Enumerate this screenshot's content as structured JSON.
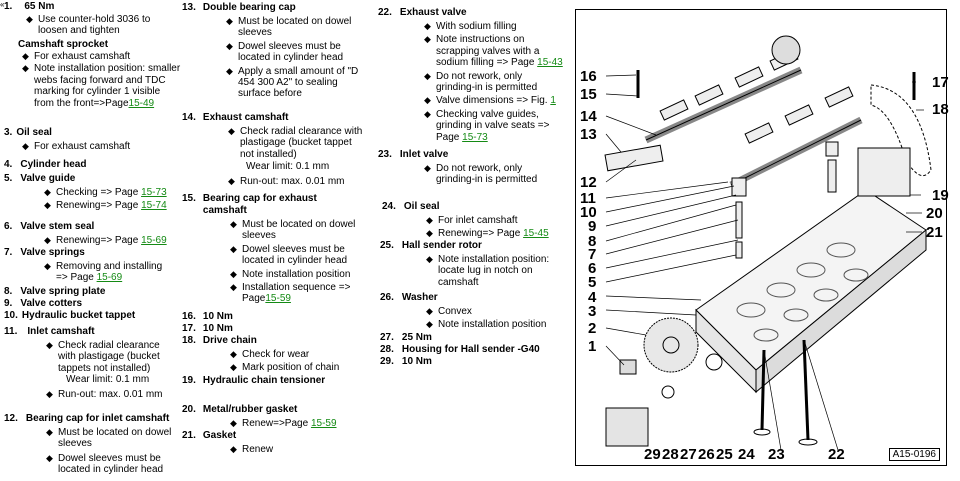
{
  "corner_mark": "«",
  "col1": {
    "i1": {
      "num": "1.",
      "title": "65 Nm",
      "b1": "Use counter-hold 3036 to loosen and tighten"
    },
    "cam_sprocket": {
      "title": "Camshaft sprocket",
      "b1": "For exhaust camshaft",
      "b2": "Note installation position: smaller webs facing forward and TDC marking for cylinder 1 visible from the front=>Page",
      "b2_link": "15-49"
    },
    "i3": {
      "num": "3.",
      "title": "Oil seal",
      "b1": "For exhaust camshaft"
    },
    "i4": {
      "num": "4.",
      "title": "Cylinder head"
    },
    "i5": {
      "num": "5.",
      "title": "Valve guide",
      "b1": "Checking => Page ",
      "b1_link": "15-73",
      "b2": "Renewing=> Page ",
      "b2_link": "15-74"
    },
    "i6": {
      "num": "6.",
      "title": "Valve stem seal",
      "b1": "Renewing=> Page ",
      "b1_link": "15-69"
    },
    "i7": {
      "num": "7.",
      "title": "Valve springs",
      "b1": "Removing and installing => Page ",
      "b1_link": "15-69"
    },
    "i8": {
      "num": "8.",
      "title": "Valve spring plate"
    },
    "i9": {
      "num": "9.",
      "title": "Valve cotters"
    },
    "i10": {
      "num": "10.",
      "title": "Hydraulic bucket tappet"
    },
    "i11": {
      "num": "11.",
      "title": "Inlet camshaft",
      "b1": "Check radial clearance with plastigage (bucket tappets not installed)",
      "p1": "Wear limit: 0.1 mm",
      "b2": "Run-out: max. 0.01 mm"
    },
    "i12": {
      "num": "12.",
      "title": "Bearing cap for inlet camshaft",
      "b1": "Must be located on dowel sleeves",
      "b2": "Dowel sleeves must be located in cylinder head"
    }
  },
  "col2": {
    "i13": {
      "num": "13.",
      "title": "Double bearing cap",
      "b1": "Must be located on dowel sleeves",
      "b2": "Dowel sleeves must be located in cylinder head",
      "b3": "Apply a small amount of \"D 454 300 A2\" to sealing surface before"
    },
    "i14": {
      "num": "14.",
      "title": "Exhaust camshaft",
      "b1": "Check radial clearance with plastigage (bucket tappet not installed)",
      "p1": "Wear limit: 0.1 mm",
      "b2": "Run-out: max. 0.01 mm"
    },
    "i15": {
      "num": "15.",
      "title": "Bearing cap for exhaust camshaft",
      "b1": "Must be located on dowel sleeves",
      "b2": "Dowel sleeves must be located in cylinder head",
      "b3": "Note installation position",
      "b4": "Installation sequence => Page",
      "b4_link": "15-59"
    },
    "i16": {
      "num": "16.",
      "title": "10 Nm"
    },
    "i17": {
      "num": "17.",
      "title": "10 Nm"
    },
    "i18": {
      "num": "18.",
      "title": "Drive chain",
      "b1": "Check for wear",
      "b2": "Mark position of chain"
    },
    "i19": {
      "num": "19.",
      "title": "Hydraulic chain tensioner"
    },
    "i20": {
      "num": "20.",
      "title": "Metal/rubber gasket",
      "b1": "Renew=>Page ",
      "b1_link": "15-59"
    },
    "i21": {
      "num": "21.",
      "title": "Gasket",
      "b1": "Renew"
    }
  },
  "col3": {
    "i22": {
      "num": "22.",
      "title": "Exhaust valve",
      "b1": "With sodium filling",
      "b2": "Note instructions on scrapping valves with a sodium filling => Page ",
      "b2_link": "15-43",
      "b3": "Do not rework, only grinding-in is permitted",
      "b4": "Valve dimensions => Fig. ",
      "b4_link": "1",
      "b5": "Checking valve guides, grinding in valve seats => Page ",
      "b5_link": "15-73"
    },
    "i23": {
      "num": "23.",
      "title": "Inlet valve",
      "b1": "Do not rework, only grinding-in is permitted"
    },
    "i24": {
      "num": "24.",
      "title": "Oil seal",
      "b1": "For inlet camshaft",
      "b2": "Renewing=> Page ",
      "b2_link": "15-45"
    },
    "i25": {
      "num": "25.",
      "title": "Hall sender rotor",
      "b1": "Note installation position: locate lug in notch on camshaft"
    },
    "i26": {
      "num": "26.",
      "title": "Washer",
      "b1": "Convex",
      "b2": "Note installation position"
    },
    "i27": {
      "num": "27.",
      "title": "25 Nm"
    },
    "i28": {
      "num": "28.",
      "title": "Housing for Hall sender -G40"
    },
    "i29": {
      "num": "29.",
      "title": "10 Nm"
    }
  },
  "figure": {
    "id": "A15-0196",
    "callouts": [
      "1",
      "2",
      "3",
      "4",
      "5",
      "6",
      "7",
      "8",
      "9",
      "10",
      "11",
      "12",
      "13",
      "14",
      "15",
      "16",
      "17",
      "18",
      "19",
      "20",
      "21",
      "22",
      "23",
      "24",
      "25",
      "26",
      "27",
      "28",
      "29"
    ]
  }
}
